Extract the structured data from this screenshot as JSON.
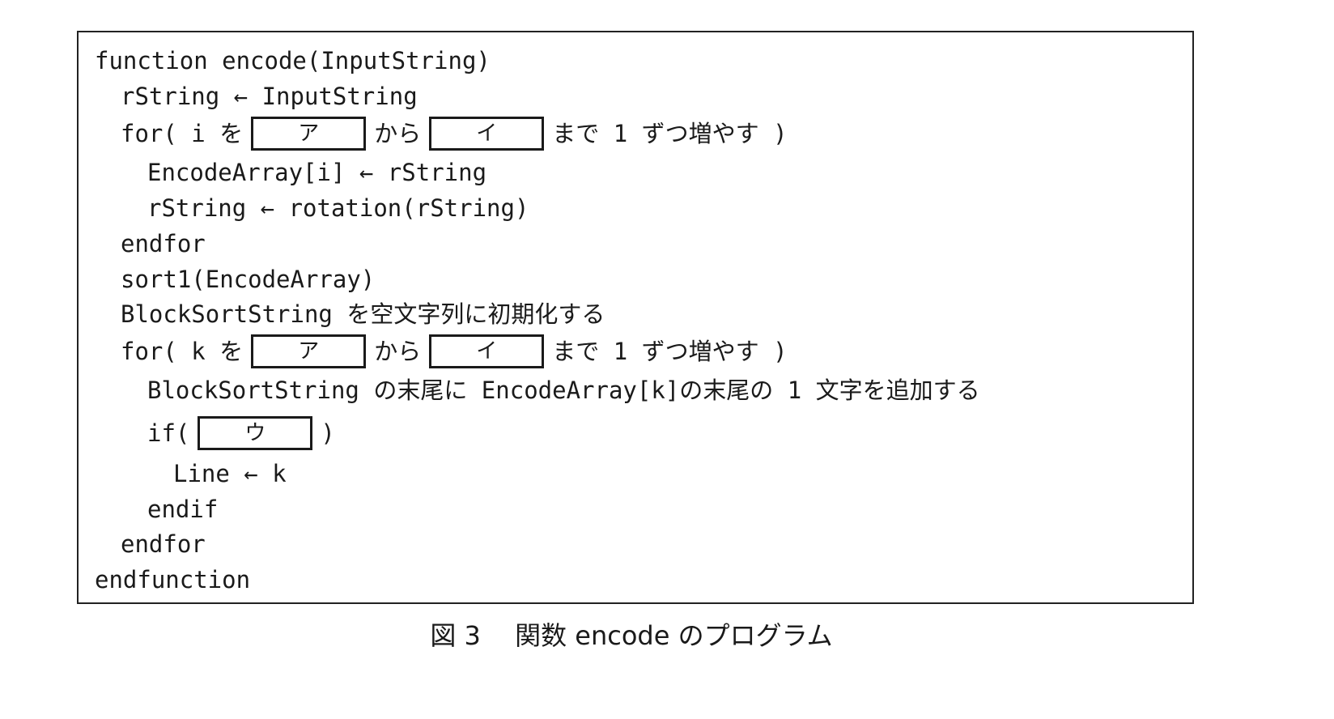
{
  "figure": {
    "caption_number": "図 3",
    "caption_title": "関数 encode のプログラム",
    "lines": [
      {
        "indent": 0,
        "parts": [
          {
            "t": "function encode(InputString)"
          }
        ]
      },
      {
        "indent": 1,
        "parts": [
          {
            "t": "rString ← InputString"
          }
        ]
      },
      {
        "indent": 1,
        "parts": [
          {
            "t": "for( i を"
          },
          {
            "box": "ア"
          },
          {
            "t": "から"
          },
          {
            "box": "イ"
          },
          {
            "t": "まで 1 ずつ増やす )"
          }
        ]
      },
      {
        "indent": 2,
        "parts": [
          {
            "t": "EncodeArray[i] ← rString"
          }
        ]
      },
      {
        "indent": 2,
        "parts": [
          {
            "t": "rString ← rotation(rString)"
          }
        ]
      },
      {
        "indent": 1,
        "parts": [
          {
            "t": "endfor"
          }
        ]
      },
      {
        "indent": 1,
        "parts": [
          {
            "t": "sort1(EncodeArray)"
          }
        ]
      },
      {
        "indent": 1,
        "parts": [
          {
            "t": "BlockSortString を空文字列に初期化する"
          }
        ]
      },
      {
        "indent": 1,
        "parts": [
          {
            "t": "for( k を"
          },
          {
            "box": "ア"
          },
          {
            "t": "から"
          },
          {
            "box": "イ"
          },
          {
            "t": "まで 1 ずつ増やす )"
          }
        ]
      },
      {
        "indent": 2,
        "parts": [
          {
            "t": "BlockSortString の末尾に EncodeArray[k]の末尾の 1 文字を追加する"
          }
        ]
      },
      {
        "indent": 2,
        "parts": [
          {
            "t": "if("
          },
          {
            "box": "ウ"
          },
          {
            "t": ")"
          }
        ]
      },
      {
        "indent": 3,
        "parts": [
          {
            "t": "Line ← k"
          }
        ]
      },
      {
        "indent": 2,
        "parts": [
          {
            "t": "endif"
          }
        ]
      },
      {
        "indent": 1,
        "parts": [
          {
            "t": "endfor"
          }
        ]
      },
      {
        "indent": 0,
        "parts": [
          {
            "t": "endfunction"
          }
        ]
      }
    ]
  }
}
